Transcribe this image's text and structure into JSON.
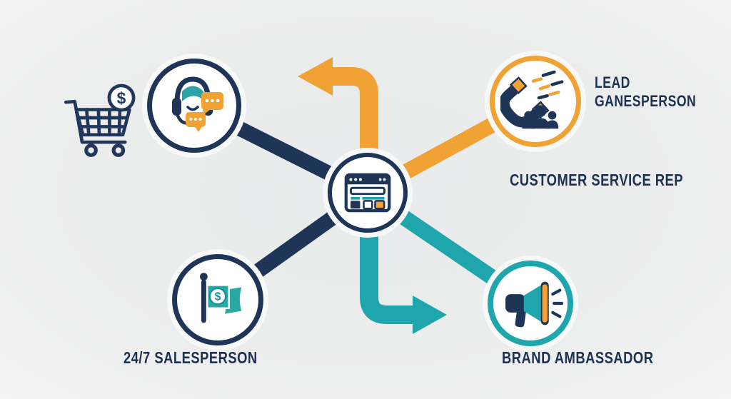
{
  "figure": {
    "description": "Website roles infographic: central website connected to four role icons",
    "background_color": "#EBECEC",
    "palette": {
      "navy": "#1F3557",
      "orange": "#F1A235",
      "teal": "#1FA5AC",
      "white": "#FFFFFF"
    }
  },
  "labels": {
    "lead_line1": "LEAD",
    "lead_line2": "GANESPERSON",
    "customer_service": "CUSTOMER SERVICE REP",
    "brand_ambassador": "BRAND AMBASSADOR",
    "salesperson": "24/7 SALESPERSON",
    "currency_symbol": "$"
  },
  "nodes": [
    {
      "position": "top-left",
      "icon": "support-agent-headset-icon",
      "ring_color": "#1F3557"
    },
    {
      "position": "top-right",
      "icon": "magnet-attracting-leads-icon",
      "ring_color": "#F1A235"
    },
    {
      "position": "center",
      "icon": "website-browser-icon",
      "ring_color": "#1F3557"
    },
    {
      "position": "bottom-left",
      "icon": "sales-flag-dollar-icon",
      "ring_color": "#1F3557"
    },
    {
      "position": "bottom-right",
      "icon": "megaphone-icon",
      "ring_color": "#1FA5AC"
    }
  ],
  "decorations": [
    {
      "icon": "shopping-cart-dollar-icon",
      "position": "top-left-corner"
    }
  ],
  "connectors": [
    {
      "from": "top-left",
      "to": "center",
      "color": "#1F3557",
      "style": "line"
    },
    {
      "from": "bottom-left",
      "to": "center",
      "color": "#1F3557",
      "style": "line"
    },
    {
      "from": "center",
      "to": "top-right",
      "color": "#F1A235",
      "style": "line"
    },
    {
      "from": "center",
      "to": "bottom-right",
      "color": "#1FA5AC",
      "style": "line"
    },
    {
      "from": "center",
      "direction": "up-then-left",
      "color": "#F1A235",
      "style": "elbow-arrow"
    },
    {
      "from": "center",
      "direction": "down-then-right",
      "color": "#1FA5AC",
      "style": "elbow-arrow"
    }
  ]
}
